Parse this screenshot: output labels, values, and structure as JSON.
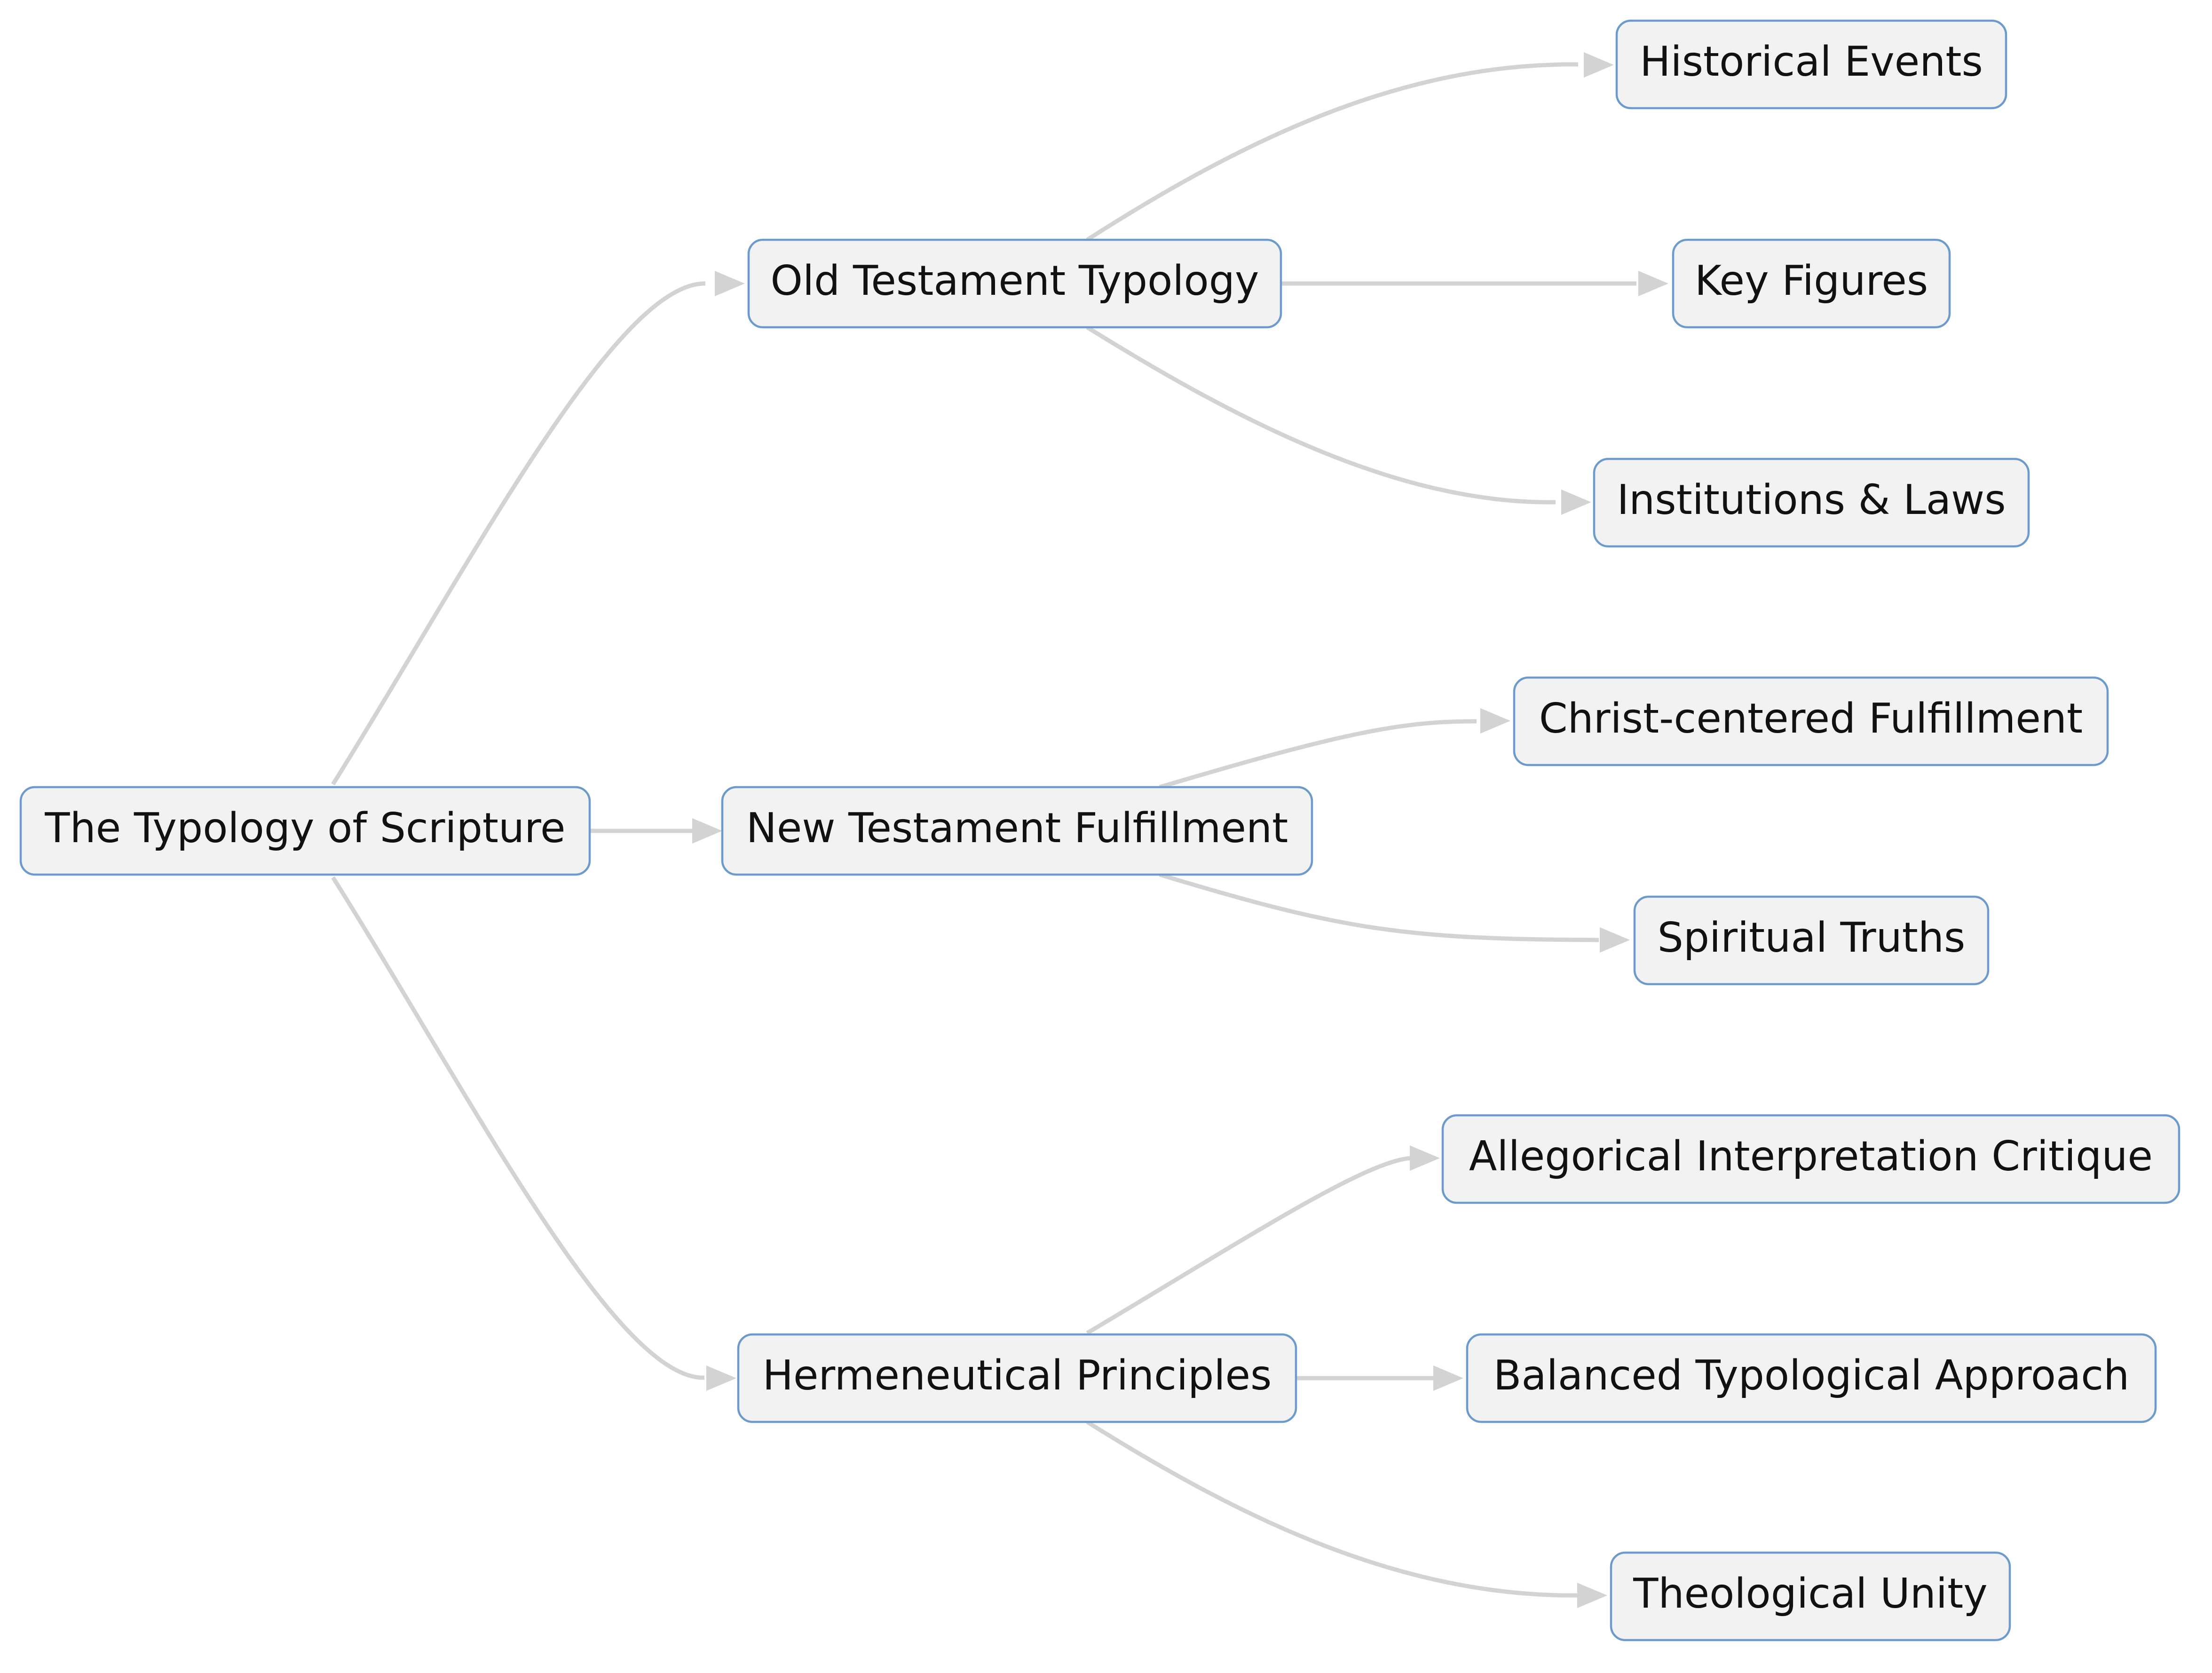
{
  "diagram": {
    "nodes": [
      {
        "id": "root",
        "label": "The Typology of Scripture"
      },
      {
        "id": "ot",
        "label": "Old Testament Typology"
      },
      {
        "id": "nt",
        "label": "New Testament Fulfillment"
      },
      {
        "id": "hp",
        "label": "Hermeneutical Principles"
      },
      {
        "id": "he",
        "label": "Historical Events"
      },
      {
        "id": "kf",
        "label": "Key Figures"
      },
      {
        "id": "il",
        "label": "Institutions & Laws"
      },
      {
        "id": "cf",
        "label": "Christ-centered Fulfillment"
      },
      {
        "id": "st",
        "label": "Spiritual Truths"
      },
      {
        "id": "aic",
        "label": "Allegorical Interpretation Critique"
      },
      {
        "id": "bta",
        "label": "Balanced Typological Approach"
      },
      {
        "id": "tu",
        "label": "Theological Unity"
      }
    ],
    "edges": [
      {
        "from": "root",
        "to": "ot"
      },
      {
        "from": "root",
        "to": "nt"
      },
      {
        "from": "root",
        "to": "hp"
      },
      {
        "from": "ot",
        "to": "he"
      },
      {
        "from": "ot",
        "to": "kf"
      },
      {
        "from": "ot",
        "to": "il"
      },
      {
        "from": "nt",
        "to": "cf"
      },
      {
        "from": "nt",
        "to": "st"
      },
      {
        "from": "hp",
        "to": "aic"
      },
      {
        "from": "hp",
        "to": "bta"
      },
      {
        "from": "hp",
        "to": "tu"
      }
    ],
    "colors": {
      "node_fill": "#f2f2f2",
      "node_border": "#6c9bcb",
      "edge": "#d3d3d3",
      "text": "#111111"
    }
  }
}
